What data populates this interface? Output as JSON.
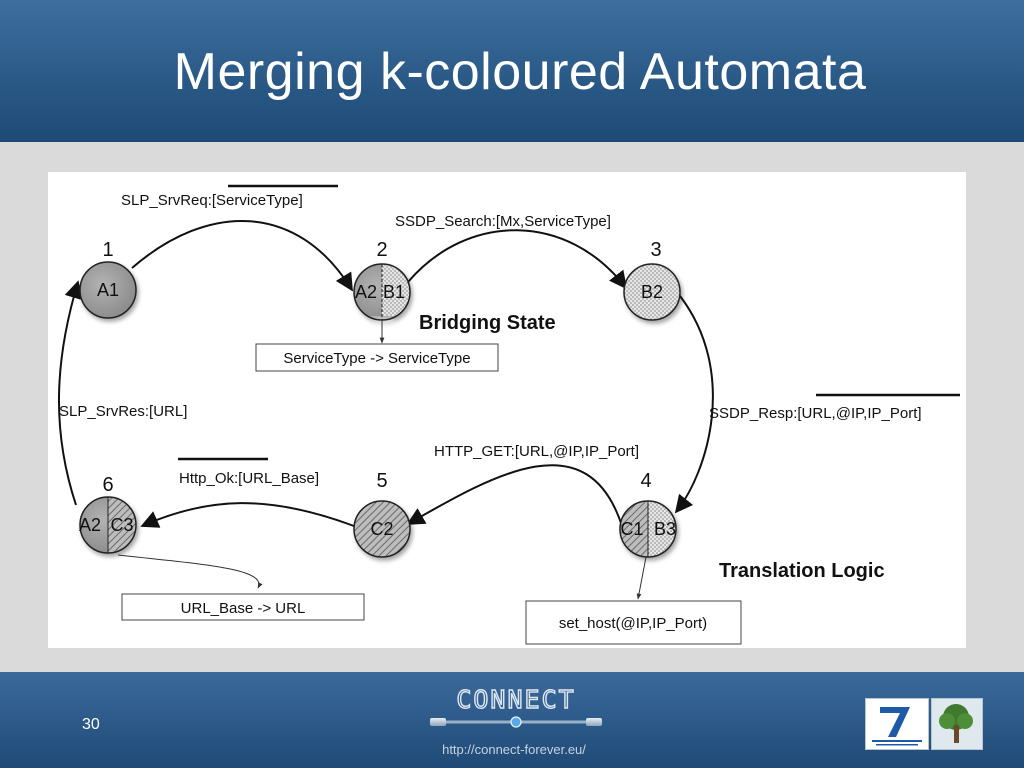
{
  "slide": {
    "title": "Merging k-coloured Automata",
    "page_number": "30",
    "footer_url": "http://connect-forever.eu/",
    "logo_text": "CONNECT"
  },
  "diagram": {
    "states": [
      {
        "id": "1",
        "label": "A1"
      },
      {
        "id": "2",
        "label_left": "A2",
        "label_right": "B1"
      },
      {
        "id": "3",
        "label": "B2"
      },
      {
        "id": "4",
        "label_left": "C1",
        "label_right": "B3"
      },
      {
        "id": "5",
        "label": "C2"
      },
      {
        "id": "6",
        "label_left": "A2",
        "label_right": "C3"
      }
    ],
    "transitions": {
      "t12": "SLP_SrvReq:[ServiceType]",
      "t23": "SSDP_Search:[Mx,ServiceType]",
      "t34": "SSDP_Resp:[URL,@IP,IP_Port]",
      "t45": "HTTP_GET:[URL,@IP,IP_Port]",
      "t56": "Http_Ok:[URL_Base]",
      "t61": "SLP_SrvRes:[URL]"
    },
    "annotations": {
      "bridging_state": "Bridging State",
      "translation_logic": "Translation Logic"
    },
    "notes": {
      "state2_note": "ServiceType -> ServiceType",
      "state4_note": "set_host(@IP,IP_Port)",
      "state6_note": "URL_Base -> URL"
    }
  }
}
